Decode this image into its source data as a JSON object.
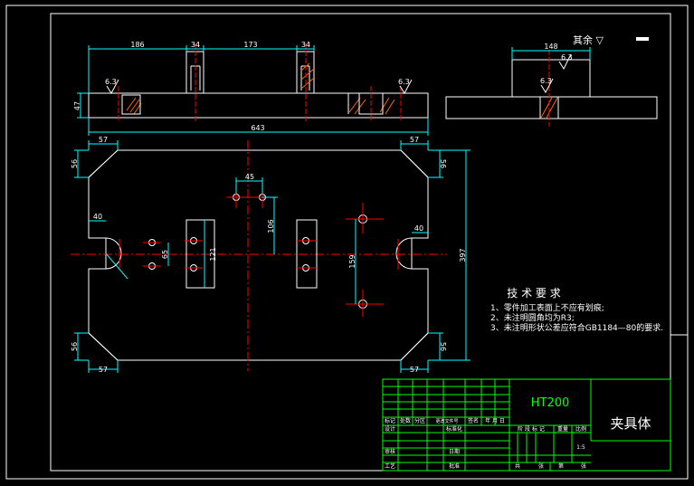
{
  "drawing": {
    "colors": {
      "background": "#000000",
      "outline": "#ffffff",
      "dimension": "#00ffff",
      "centerline": "#ff0000",
      "hatch": "#ff6600",
      "title_block": "#00ff00",
      "text": "#ffffff"
    },
    "roughness_note": "其余 ▽",
    "dims": {
      "d186": "186",
      "d34a": "34",
      "d173": "173",
      "d34b": "34",
      "d47": "47",
      "d643": "643",
      "d148": "148",
      "r63a": "6.3",
      "r63b": "6.3",
      "r63c": "6.3",
      "r63d": "6.3",
      "d57tl": "57",
      "d57tr": "57",
      "d57bl": "57",
      "d57br": "57",
      "d56tl": "56",
      "d56tr": "56",
      "d56bl": "56",
      "d56br": "56",
      "d40l": "40",
      "d40r": "40",
      "d45": "45",
      "d106": "106",
      "d65": "65",
      "d121": "121",
      "d159": "159",
      "d397": "397"
    },
    "tech_requirements": {
      "title": "技 术 要 求",
      "items": [
        "1、零件加工表面上不应有划痕;",
        "2、未注明圆角均为R3;",
        "3、未注明形状公差应符合GB1184—80的要求."
      ]
    },
    "title_block": {
      "material": "HT200",
      "part_name": "夹具体",
      "scale": "1:5",
      "revision_labels": [
        "标记",
        "处数",
        "分区",
        "更改文件号",
        "签名",
        "年 月 日"
      ],
      "left_labels": [
        "设计",
        "审核",
        "工艺"
      ],
      "middle_labels": [
        "标准化",
        "批准",
        "日期"
      ],
      "stage_labels": [
        "阶 段 标 记",
        "重量",
        "比例"
      ],
      "sheet_labels": [
        "共",
        "张",
        "第",
        "张"
      ]
    }
  }
}
